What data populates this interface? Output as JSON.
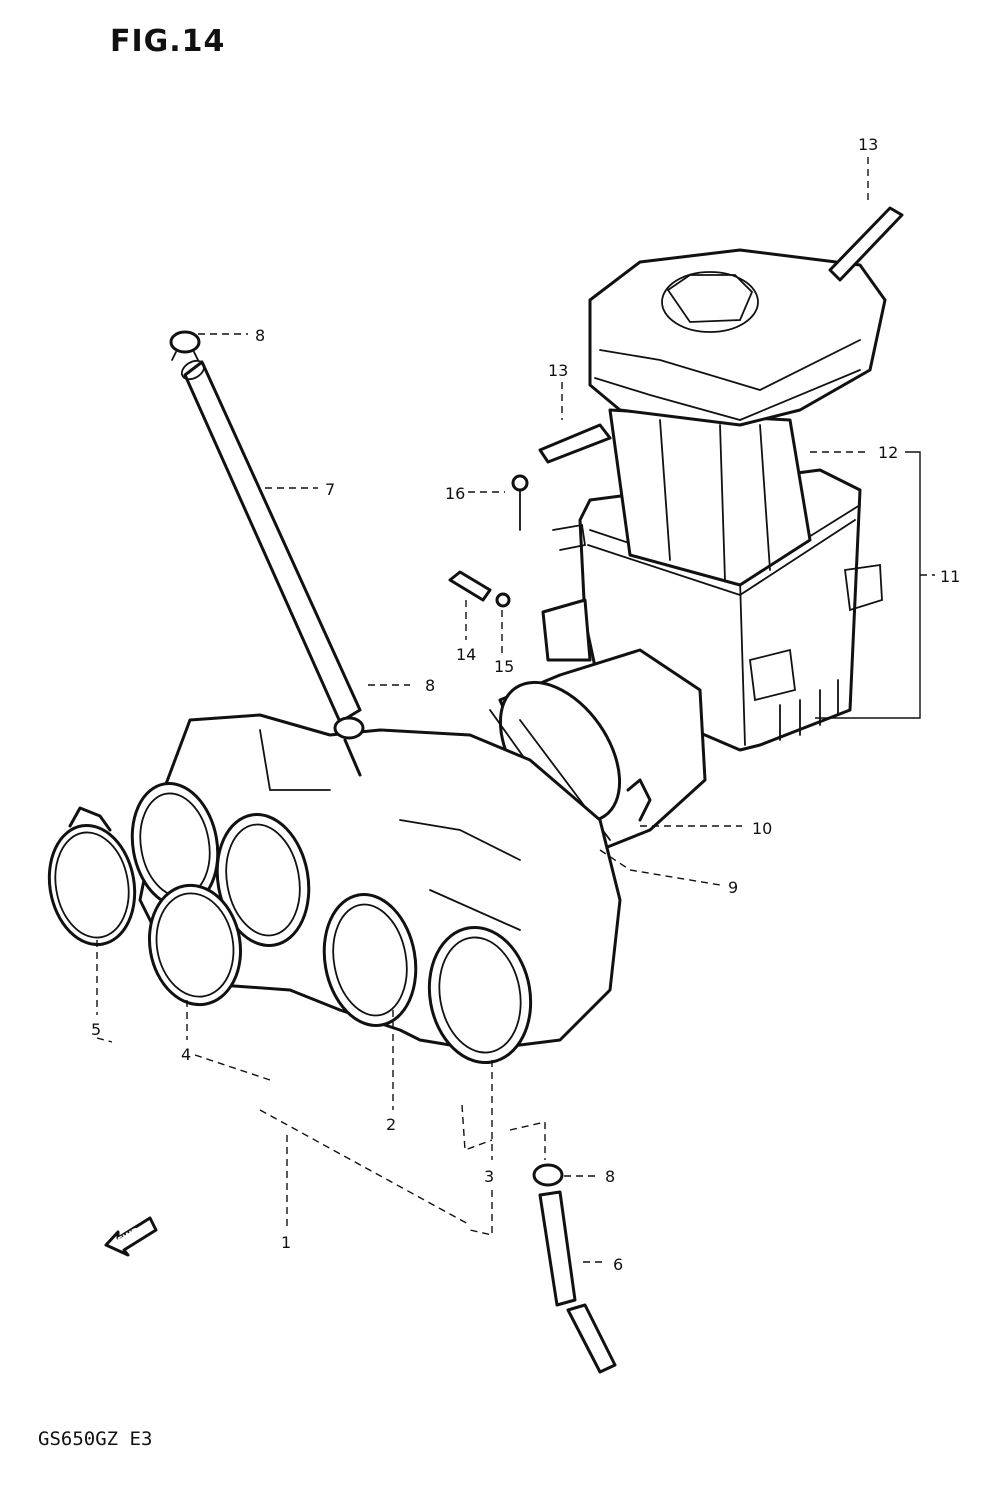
{
  "figure_title": "FIG.14",
  "model_code": "GS650GZ  E3",
  "fwd_arrow": "FWD",
  "callouts": {
    "c1": "1",
    "c2": "2",
    "c3": "3",
    "c4": "4",
    "c5": "5",
    "c6": "6",
    "c7": "7",
    "c8a": "8",
    "c8b": "8",
    "c8c": "8",
    "c9": "9",
    "c10": "10",
    "c11": "11",
    "c12": "12",
    "c13a": "13",
    "c13b": "13",
    "c14": "14",
    "c15": "15",
    "c16": "16"
  }
}
